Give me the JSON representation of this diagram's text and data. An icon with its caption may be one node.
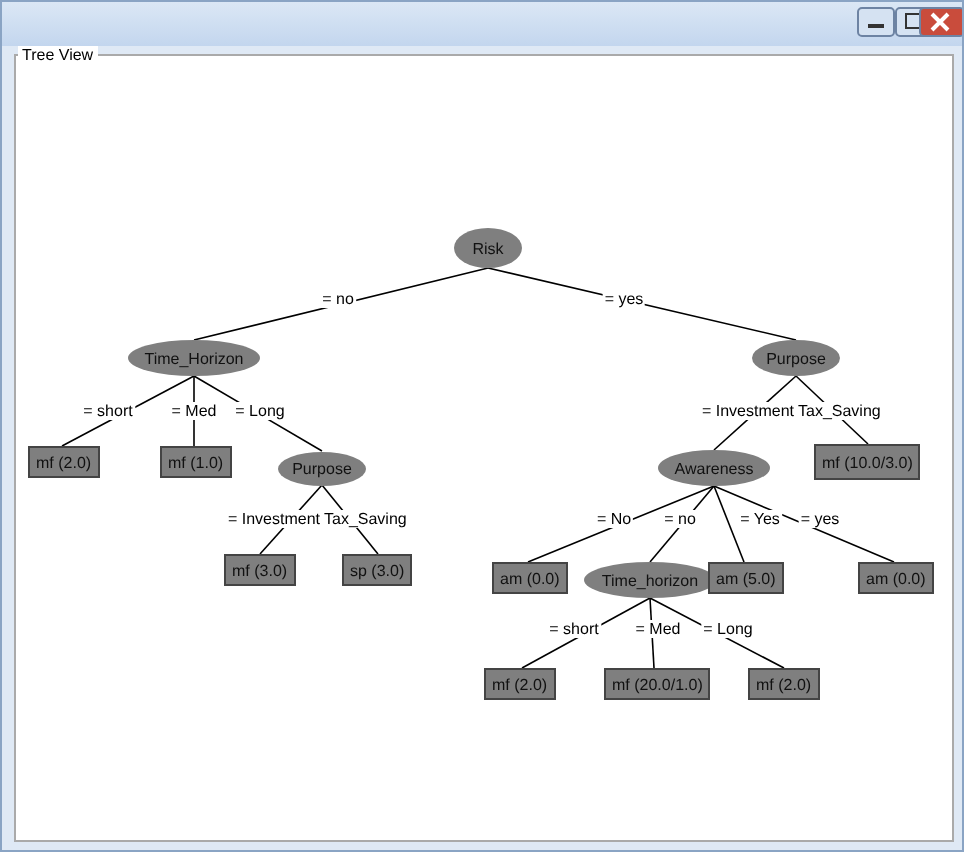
{
  "diagram": {
    "nodes": [
      {
        "text": [
          "Risk"
        ]
      },
      {
        "text": [
          "Time_Horizon"
        ]
      },
      {
        "text": [
          "mf (2.0)"
        ]
      },
      {
        "text": [
          "mf (1.0)"
        ]
      },
      {
        "text": [
          "Purpose"
        ]
      },
      {
        "text": [
          "mf (3.0)"
        ]
      },
      {
        "text": [
          "sp (3.0)"
        ]
      },
      {
        "text": [
          "Purpose"
        ]
      },
      {
        "text": [
          "Awareness"
        ]
      },
      {
        "text": [
          "mf (10.0/3.0)"
        ]
      },
      {
        "text": [
          "am (0.0)"
        ]
      },
      {
        "text": [
          "Time_horizon"
        ]
      },
      {
        "text": [
          "am (5.0)"
        ]
      },
      {
        "text": [
          "am (0.0)"
        ]
      },
      {
        "text": [
          "mf (2.0)"
        ]
      },
      {
        "text": [
          "mf (20.0/1.0)"
        ]
      },
      {
        "text": [
          "mf (2.0)"
        ]
      }
    ],
    "edges": [
      {
        "from": 0,
        "to": 1,
        "arrow": "none",
        "label": "= no"
      },
      {
        "from": 0,
        "to": 7,
        "arrow": "none",
        "label": "= yes"
      },
      {
        "from": 1,
        "to": 2,
        "arrow": "none",
        "label": "= short"
      },
      {
        "from": 1,
        "to": 3,
        "arrow": "none",
        "label": "= Med"
      },
      {
        "from": 1,
        "to": 4,
        "arrow": "none",
        "label": "= Long"
      },
      {
        "from": 4,
        "to": 5,
        "arrow": "none",
        "label": "= Investment"
      },
      {
        "from": 4,
        "to": 6,
        "arrow": "none",
        "label": "Tax_Saving"
      },
      {
        "from": 7,
        "to": 8,
        "arrow": "none",
        "label": "= Investment"
      },
      {
        "from": 7,
        "to": 9,
        "arrow": "none",
        "label": "Tax_Saving"
      },
      {
        "from": 8,
        "to": 10,
        "arrow": "none",
        "label": "= No"
      },
      {
        "from": 8,
        "to": 11,
        "arrow": "none",
        "label": "= no"
      },
      {
        "from": 8,
        "to": 12,
        "arrow": "none",
        "label": "= Yes"
      },
      {
        "from": 8,
        "to": 13,
        "arrow": "none",
        "label": "= yes"
      },
      {
        "from": 11,
        "to": 14,
        "arrow": "none",
        "label": "= short"
      },
      {
        "from": 11,
        "to": 15,
        "arrow": "none",
        "label": "= Med"
      },
      {
        "from": 11,
        "to": 16,
        "arrow": "none",
        "label": "= Long"
      }
    ],
    "labels": [
      "Tree View"
    ]
  }
}
